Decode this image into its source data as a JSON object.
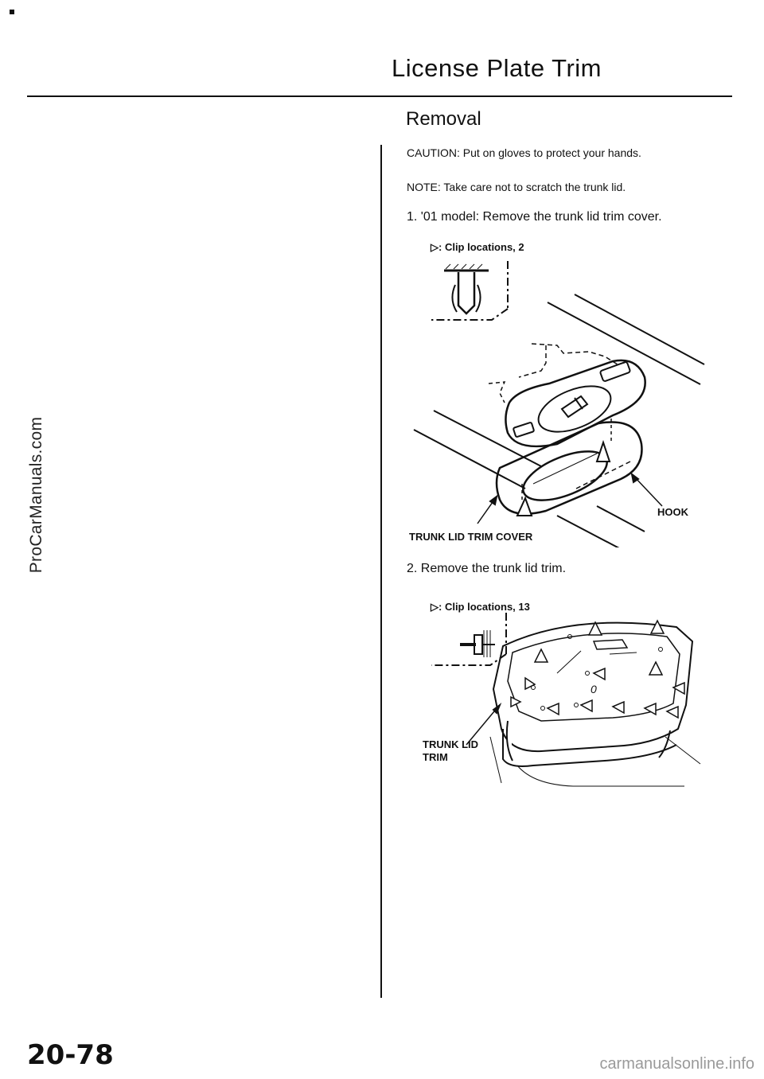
{
  "page": {
    "title": "License Plate Trim",
    "section_heading": "Removal",
    "caution": "CAUTION:  Put on gloves to protect your hands.",
    "note": "NOTE:  Take care not to scratch the trunk lid.",
    "page_number": "20-78"
  },
  "steps": [
    {
      "text": "1.   '01 model:  Remove the trunk lid trim cover."
    },
    {
      "text": "2.   Remove the trunk lid trim."
    }
  ],
  "figure1": {
    "clip_label": "▷: Clip locations, 2",
    "hook_label": "HOOK",
    "part_label": "TRUNK LID TRIM COVER"
  },
  "figure2": {
    "clip_label": "▷: Clip locations, 13",
    "part_label_line1": "TRUNK LID",
    "part_label_line2": "TRIM",
    "handwritten_mark": "0"
  },
  "watermarks": {
    "side": "ProCarManuals.com",
    "bottom": "carmanualsonline.info"
  }
}
